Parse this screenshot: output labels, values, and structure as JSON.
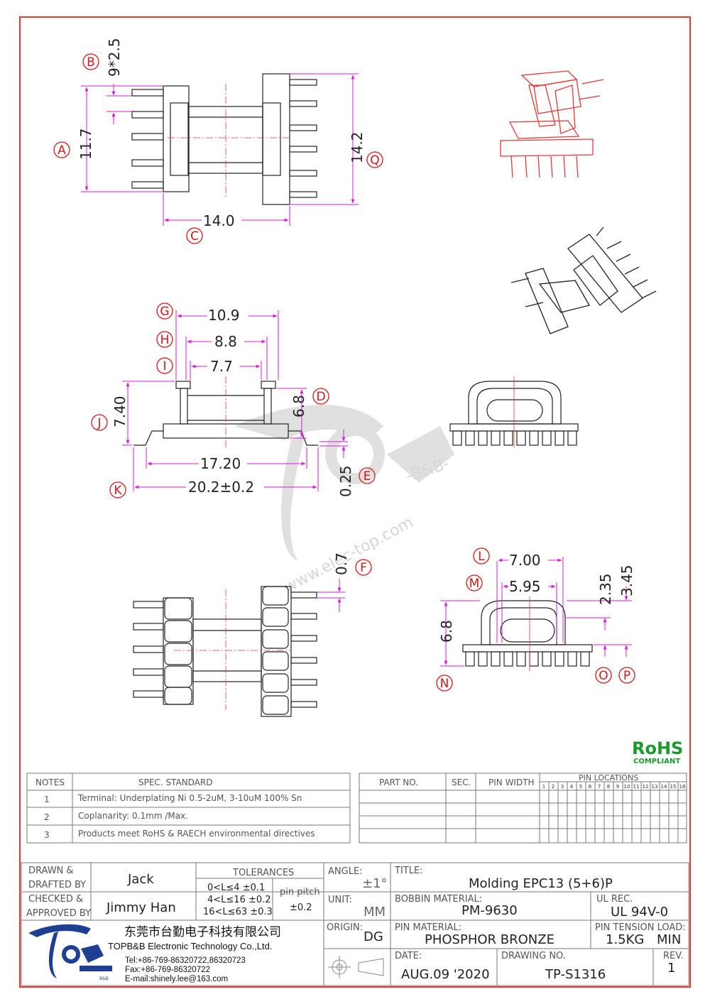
{
  "labels": {
    "A": "A",
    "B": "B",
    "C": "C",
    "D": "D",
    "E": "E",
    "F": "F",
    "G": "G",
    "H": "H",
    "I": "I",
    "J": "J",
    "K": "K",
    "L": "L",
    "M": "M",
    "N": "N",
    "O": "O",
    "P": "P",
    "Q": "Q"
  },
  "dims": {
    "B": "9*2.5",
    "A": "11.7",
    "C": "14.0",
    "Q": "14.2",
    "G": "10.9",
    "H": "8.8",
    "I": "7.7",
    "J": "7.40",
    "D": "6.8",
    "inner": "17.20",
    "K": "20.2±0.2",
    "E": "0.25",
    "F": "0.7",
    "L": "7.00",
    "M": "5.95",
    "N": "6.8",
    "O": "2.35",
    "P": "3.45"
  },
  "watermark": {
    "site": "www.elec-top.com",
    "bb": "-B&B-"
  },
  "rohs": {
    "title": "RoHS",
    "sub": "COMPLIANT"
  },
  "notes": {
    "headers": [
      "NOTES",
      "SPEC. STANDARD"
    ],
    "rows": [
      {
        "n": "1",
        "text": "Terminal: Underplating Ni 0.5-2uM, 3-10uM 100% Sn"
      },
      {
        "n": "2",
        "text": "Coplanarity: 0.1mm /Max."
      },
      {
        "n": "3",
        "text": "Products meet RoHS & RAECH environmental directives"
      }
    ]
  },
  "parts": {
    "headers": [
      "PART NO.",
      "SEC.",
      "PIN WIDTH",
      "PIN LOCATIONS"
    ],
    "pin_numbers": [
      "1",
      "2",
      "3",
      "4",
      "5",
      "6",
      "7",
      "8",
      "9",
      "10",
      "11",
      "12",
      "13",
      "14",
      "15",
      "16"
    ]
  },
  "title_block": {
    "drawn_label_1": "DRAWN &",
    "drawn_label_2": "DRAFTED BY",
    "drawn_value": "Jack",
    "checked_label_1": "CHECKED &",
    "checked_label_2": "APPROVED BY",
    "checked_value": "Jimmy Han",
    "tolerances_label": "TOLERANCES",
    "tol_1": "0<L≤4   ±0.1",
    "tol_2": "4<L≤16  ±0.2",
    "tol_3": "16<L≤63  ±0.3",
    "pin_pitch_label": "pin pitch",
    "pin_pitch_value": "±0.2",
    "angle_label": "ANGLE:",
    "angle_value": "±1°",
    "unit_label": "UNIT:",
    "unit_value": "MM",
    "origin_label": "ORIGIN:",
    "origin_value": "DG",
    "title_label": "TITLE:",
    "title_value": "Molding EPC13 (5+6)P",
    "bobbin_label": "BOBBIN MATERIAL:",
    "bobbin_value": "PM-9630",
    "ul_label": "UL REC.",
    "ul_value": "UL 94V-0",
    "pinmat_label": "PIN MATERIAL:",
    "pinmat_value": "PHOSPHOR BRONZE",
    "tension_label": "PIN TENSION LOAD:",
    "tension_value": "1.5KG",
    "tension_min": "MIN",
    "date_label": "DATE:",
    "date_value": "AUG.09 '2020",
    "dwg_label": "DRAWING NO.",
    "dwg_value": "TP-S1316",
    "rev_label": "REV.",
    "rev_value": "1"
  },
  "company": {
    "cn": "东莞市台勤电子科技有限公司",
    "en": "TOPB&B Electronic Technology Co.,Ltd.",
    "tel": "Tel:+86-769-86320722,86320723",
    "fax": "Fax:+86-769-86320722",
    "email": "E-mail:shinely.lee@163.com",
    "logo_text": "B&B"
  },
  "colors": {
    "border": "#e53935",
    "dimension": "#d81bd8",
    "label": "#d21818",
    "center": "#e53935"
  }
}
